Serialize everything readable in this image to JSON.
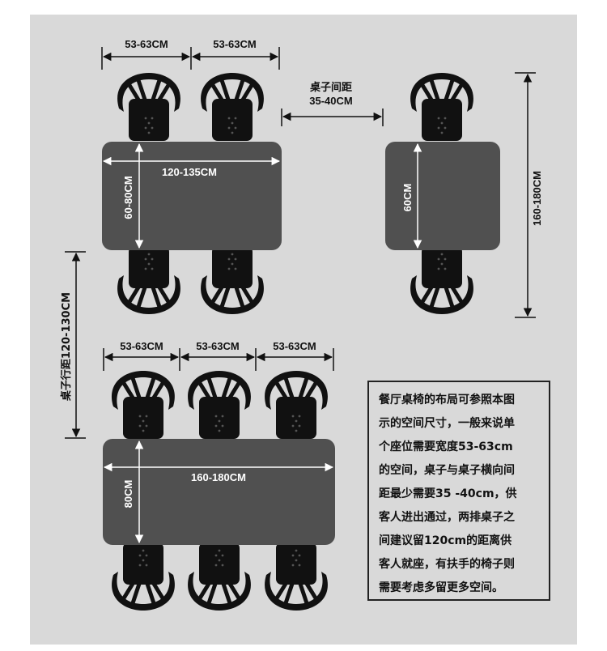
{
  "layout_top_left": {
    "seat_width_1": "53-63CM",
    "seat_width_2": "53-63CM",
    "table_length": "120-135CM",
    "table_width": "60-80CM"
  },
  "table_gap": {
    "line1": "桌子间距",
    "line2": "35-40CM"
  },
  "layout_top_right": {
    "table_width": "60CM",
    "total_length": "160-180CM"
  },
  "row_gap": "桌子行距120-130CM",
  "layout_bottom": {
    "seat_width_1": "53-63CM",
    "seat_width_2": "53-63CM",
    "seat_width_3": "53-63CM",
    "table_length": "160-180CM",
    "table_width": "80CM"
  },
  "note": {
    "lines": [
      "餐厅桌椅的布局可参照本图",
      "示的空间尺寸，一般来说单",
      "个座位需要宽度53-63cm",
      "的空间，桌子与桌子横向间",
      "距最少需要35 -40cm，供",
      "客人进出通过，两排桌子之",
      "间建议留120cm的距离供",
      "客人就座，有扶手的椅子则",
      "需要考虑多留更多空间。"
    ]
  },
  "colors": {
    "background": "#d9d9d9",
    "table": "#505050",
    "chair": "#111111",
    "text": "#111111"
  }
}
